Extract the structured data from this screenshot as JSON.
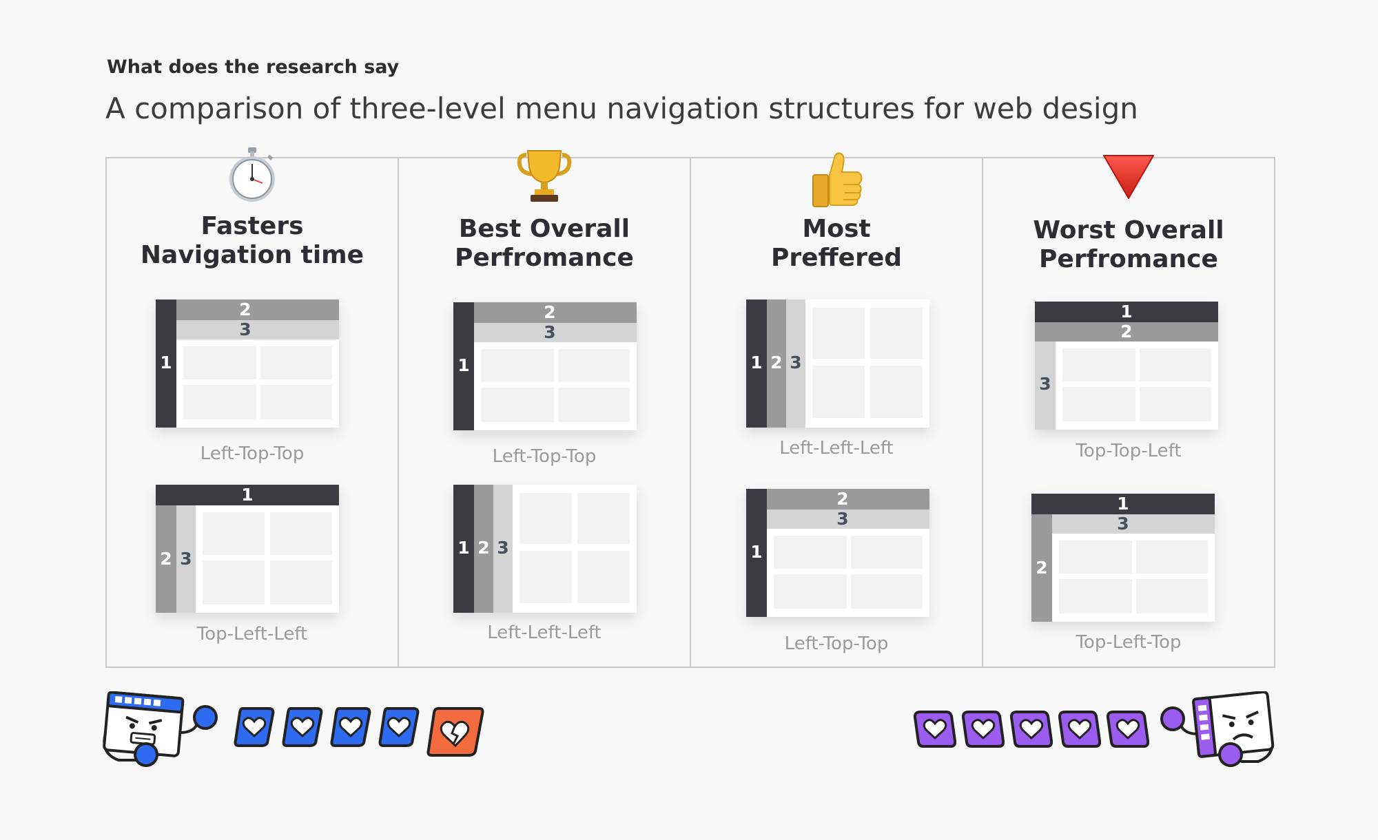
{
  "header": {
    "kicker": "What does the research say",
    "title": "A comparison of three-level menu navigation structures for web design"
  },
  "columns": [
    {
      "icon": "stopwatch-icon",
      "title_line1": "Fasters",
      "title_line2": "Navigation time",
      "layouts": [
        {
          "caption": "Left-Top-Top",
          "labels": [
            "1",
            "2",
            "3"
          ]
        },
        {
          "caption": "Top-Left-Left",
          "labels": [
            "1",
            "2",
            "3"
          ]
        }
      ]
    },
    {
      "icon": "trophy-icon",
      "title_line1": "Best Overall",
      "title_line2": "Perfromance",
      "layouts": [
        {
          "caption": "Left-Top-Top",
          "labels": [
            "1",
            "2",
            "3"
          ]
        },
        {
          "caption": "Left-Left-Left",
          "labels": [
            "1",
            "2",
            "3"
          ]
        }
      ]
    },
    {
      "icon": "thumbs-up-icon",
      "title_line1": "Most",
      "title_line2": "Preffered",
      "layouts": [
        {
          "caption": "Left-Left-Left",
          "labels": [
            "1",
            "2",
            "3"
          ]
        },
        {
          "caption": "Left-Top-Top",
          "labels": [
            "1",
            "2",
            "3"
          ]
        }
      ]
    },
    {
      "icon": "red-triangle-down-icon",
      "title_line1": "Worst Overall",
      "title_line2": "Perfromance",
      "layouts": [
        {
          "caption": "Top-Top-Left",
          "labels": [
            "1",
            "2",
            "3"
          ]
        },
        {
          "caption": "Top-Left-Top",
          "labels": [
            "1",
            "2",
            "3"
          ]
        }
      ]
    }
  ],
  "health": {
    "left": {
      "full": 4,
      "broken": 1,
      "color": "#2f6bf0",
      "broken_color": "#f26a3d"
    },
    "right": {
      "full": 5,
      "broken": 0,
      "color": "#9d5cf0"
    }
  },
  "colors": {
    "level1": "#3a3c42",
    "level2": "#9a9a9a",
    "level3": "#d4d4d4"
  }
}
